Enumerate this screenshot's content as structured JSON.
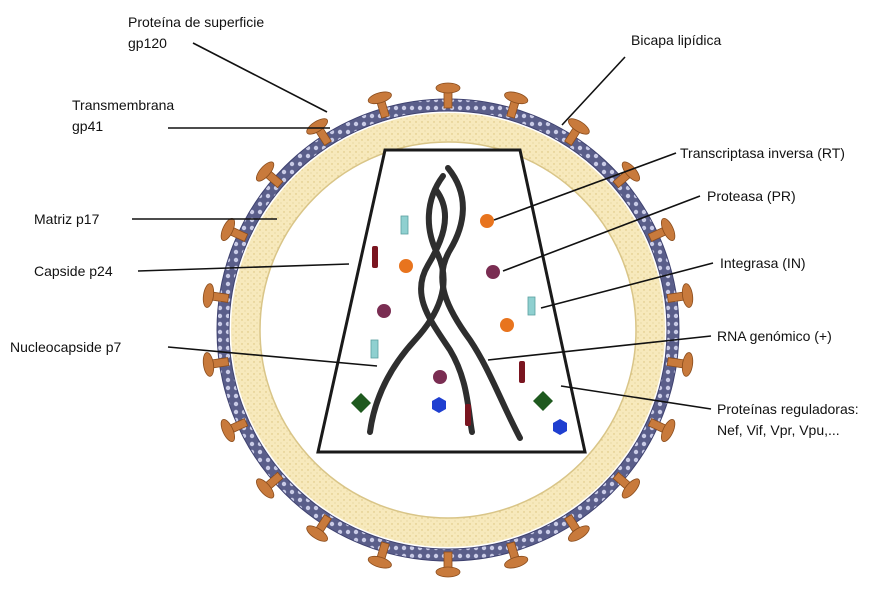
{
  "labels": {
    "gp120_line1": "Proteína de superficie",
    "gp120_line2": "gp120",
    "gp41_line1": "Transmembrana",
    "gp41_line2": "gp41",
    "matrix": "Matriz p17",
    "capsid": "Capside p24",
    "nucleocapsid": "Nucleocapside p7",
    "bilayer": "Bicapa lipídica",
    "rt": "Transcriptasa inversa (RT)",
    "protease": "Proteasa (PR)",
    "integrase": "Integrasa (IN)",
    "rna": "RNA genómico (+)",
    "regulatory_line1": "Proteínas reguladoras:",
    "regulatory_line2": "Nef, Vif, Vpr, Vpu,..."
  },
  "colors": {
    "membrane": "#5a5e8a",
    "matrix": "#f7e9bc",
    "spike": "#c87a3c",
    "rt": "#e8741e",
    "protease": "#7a2d52",
    "integrase": "#8fd0d0",
    "rna": "#2e2e2e",
    "regulatory_green": "#1f5a1f",
    "regulatory_blue": "#1f3fd0",
    "regulatory_red": "#7a1520"
  }
}
